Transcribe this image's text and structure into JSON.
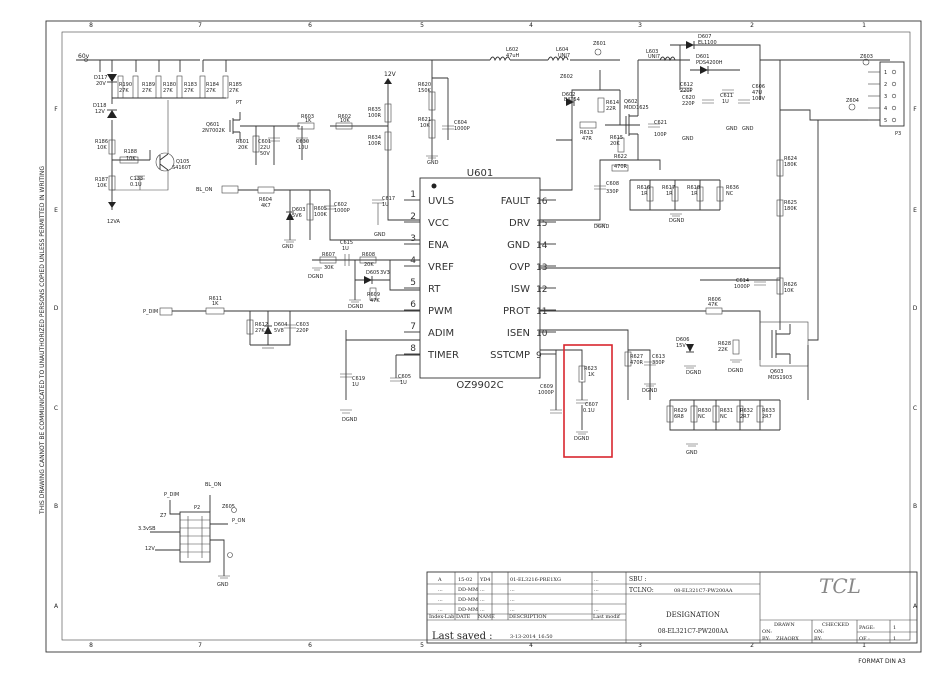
{
  "frame": {
    "col_labels": [
      "8",
      "7",
      "6",
      "5",
      "4",
      "3",
      "2",
      "1"
    ],
    "row_labels": [
      "F",
      "E",
      "D",
      "C",
      "B",
      "A"
    ],
    "side_note": "THIS DRAWING CANNOT BE COMMUNICATED TO UNAUTHORIZED PERSONS COPIED UNLESS PERMITTED IN WRITING",
    "format": "FORMAT DIN A3"
  },
  "ic": {
    "ref": "U601",
    "part": "OZ9902C",
    "left_pins": [
      {
        "n": "1",
        "name": "UVLS"
      },
      {
        "n": "2",
        "name": "VCC"
      },
      {
        "n": "3",
        "name": "ENA"
      },
      {
        "n": "4",
        "name": "VREF"
      },
      {
        "n": "5",
        "name": "RT"
      },
      {
        "n": "6",
        "name": "PWM"
      },
      {
        "n": "7",
        "name": "ADIM"
      },
      {
        "n": "8",
        "name": "TIMER"
      }
    ],
    "right_pins": [
      {
        "n": "16",
        "name": "FAULT"
      },
      {
        "n": "15",
        "name": "DRV"
      },
      {
        "n": "14",
        "name": "GND"
      },
      {
        "n": "13",
        "name": "OVP"
      },
      {
        "n": "12",
        "name": "ISW"
      },
      {
        "n": "11",
        "name": "PROT"
      },
      {
        "n": "10",
        "name": "ISEN"
      },
      {
        "n": "9",
        "name": "SSTCMP"
      }
    ]
  },
  "nets": {
    "v60": "60v",
    "v12": "12V",
    "v12va": "12VA",
    "bl_on": "BL_ON",
    "p_dim": "P_DIM",
    "gnd": "GND",
    "dgnd": "DGND",
    "v33": "3.3vSB",
    "pt": "PT",
    "pon": "P_ON",
    "z601": "Z601",
    "z602": "Z602",
    "z603": "Z603",
    "z604": "Z604",
    "z605": "Z605"
  },
  "components": {
    "d117": [
      "D117",
      "20V"
    ],
    "d118": [
      "D118",
      "12V"
    ],
    "r190": [
      "R190",
      "27K"
    ],
    "r189": [
      "R189",
      "27K"
    ],
    "r180": [
      "R180",
      "27K"
    ],
    "r183": [
      "R183",
      "27K"
    ],
    "r184": [
      "R184",
      "27K"
    ],
    "r185": [
      "R185",
      "27K"
    ],
    "r186": [
      "R186",
      "10K"
    ],
    "r188": [
      "R188",
      "10K"
    ],
    "r187": [
      "R187",
      "10K"
    ],
    "c133": [
      "C133",
      "0.1U"
    ],
    "q105": [
      "Q105",
      "S4160T"
    ],
    "q601": [
      "Q601",
      "2N7002K"
    ],
    "r603": [
      "R603",
      "1K"
    ],
    "r602": [
      "R602",
      "10K"
    ],
    "r601": [
      "R601",
      "20K"
    ],
    "c601": [
      "C601",
      "22U",
      "50V"
    ],
    "c630": [
      "C630",
      "10U"
    ],
    "r604": [
      "R604",
      "4K7"
    ],
    "d603": [
      "D603",
      "5V6"
    ],
    "r605": [
      "R605",
      "100K"
    ],
    "c602": [
      "C602",
      "1000P"
    ],
    "r635": [
      "R635",
      "100R"
    ],
    "r634": [
      "R634",
      "100R"
    ],
    "c617": [
      "C617",
      "1U"
    ],
    "c615": [
      "C615",
      "1U"
    ],
    "r607": [
      "R607",
      "30K"
    ],
    "r608": [
      "R608",
      "20K"
    ],
    "d605": [
      "D605",
      "3V3"
    ],
    "r609": [
      "R609",
      "47K"
    ],
    "r611": [
      "R611",
      "1K"
    ],
    "r612": [
      "R612",
      "27K"
    ],
    "d604": [
      "D604",
      "5V8"
    ],
    "c603": [
      "C603",
      "220P"
    ],
    "c619": [
      "C619",
      "1U"
    ],
    "c605": [
      "C605",
      "1U"
    ],
    "l602": [
      "L602",
      "47uH"
    ],
    "l604": [
      "L604",
      "UNI7"
    ],
    "r620": [
      "R620",
      "150K"
    ],
    "r621": [
      "R621",
      "10K"
    ],
    "c604": [
      "C604",
      "1000P"
    ],
    "d602": [
      "D602",
      "BAT54"
    ],
    "r614": [
      "R614",
      "22R"
    ],
    "r613": [
      "R613",
      "47R"
    ],
    "q602": [
      "Q602",
      "MDD1625"
    ],
    "r615": [
      "R615",
      "20K"
    ],
    "c621": [
      "C621",
      "100P"
    ],
    "r622": [
      "R622",
      "470R"
    ],
    "c608": [
      "C608",
      "330P"
    ],
    "r616": [
      "R616",
      "1R"
    ],
    "r617": [
      "R617",
      "1R"
    ],
    "r618": [
      "R618",
      "1R"
    ],
    "r636": [
      "R636",
      "NC"
    ],
    "l603": [
      "L603",
      "UNI7"
    ],
    "d607": [
      "D607",
      "EL1100"
    ],
    "d601": [
      "D601",
      "PDS4200H"
    ],
    "c612": [
      "C612",
      "220P"
    ],
    "c606": [
      "C606",
      "47U",
      "100V"
    ],
    "c611": [
      "C611",
      "1U"
    ],
    "c620": [
      "C620",
      "220P"
    ],
    "r624": [
      "R624",
      "180K"
    ],
    "r625": [
      "R625",
      "180K"
    ],
    "r626": [
      "R626",
      "10K"
    ],
    "c614": [
      "C614",
      "1000P"
    ],
    "r606": [
      "R606",
      "47K"
    ],
    "d606": [
      "D606",
      "15V"
    ],
    "r628": [
      "R628",
      "22K"
    ],
    "q603": [
      "Q603",
      "MDS1903"
    ],
    "r627": [
      "R627",
      "470R"
    ],
    "c613": [
      "C613",
      "330P"
    ],
    "r629": [
      "R629",
      "6R8"
    ],
    "r630": [
      "R630",
      "NC"
    ],
    "r631": [
      "R631",
      "NC"
    ],
    "r632": [
      "R632",
      "2R7"
    ],
    "r633": [
      "R633",
      "2R7"
    ],
    "c609": [
      "C609",
      "1000P"
    ],
    "r623": [
      "R623",
      "1K"
    ],
    "c607": [
      "C607",
      "0.1U"
    ],
    "p3": [
      "P3"
    ],
    "p2": [
      "P2"
    ],
    "z7": [
      "Z7"
    ]
  },
  "connector_p3_pins": [
    "1",
    "2",
    "3",
    "4",
    "5"
  ],
  "title_block": {
    "rev_rows": [
      {
        "idx": "A",
        "date": "15-02",
        "name": "YD4",
        "desc": "01-EL3216-PRE1XG",
        "mod": "..."
      },
      {
        "idx": "...",
        "date": "DD-MM",
        "name": "...",
        "desc": "...",
        "mod": "..."
      },
      {
        "idx": "...",
        "date": "DD-MM",
        "name": "...",
        "desc": "...",
        "mod": ""
      },
      {
        "idx": "...",
        "date": "DD-MM",
        "name": "...",
        "desc": "...",
        "mod": "..."
      }
    ],
    "hdr_index": "Index-Lab",
    "hdr_date": "DATE",
    "hdr_name": "NAME",
    "hdr_desc": "DESCRIPTION",
    "hdr_mod": "Last modif",
    "last_saved_label": "Last saved :",
    "last_saved": "3-13-2014_16:50",
    "sbu_label": "SBU :",
    "sbu": "",
    "tclno_label": "TCLNO:",
    "tclno": "08-EL321C7-PW200AA",
    "designation_label": "DESIGNATION",
    "designation": "08-EL321C7-PW200AA",
    "logo": "TCL",
    "drawn_label": "DRAWN",
    "checked_label": "CHECKED",
    "on_label": "ON:",
    "by_label": "BY:",
    "drawn_by": "ZHAOBX",
    "page_label": "PAGE:",
    "page": "1",
    "of_label": "OF :",
    "of": "1"
  },
  "highlight": {
    "color": "#d9262e"
  }
}
